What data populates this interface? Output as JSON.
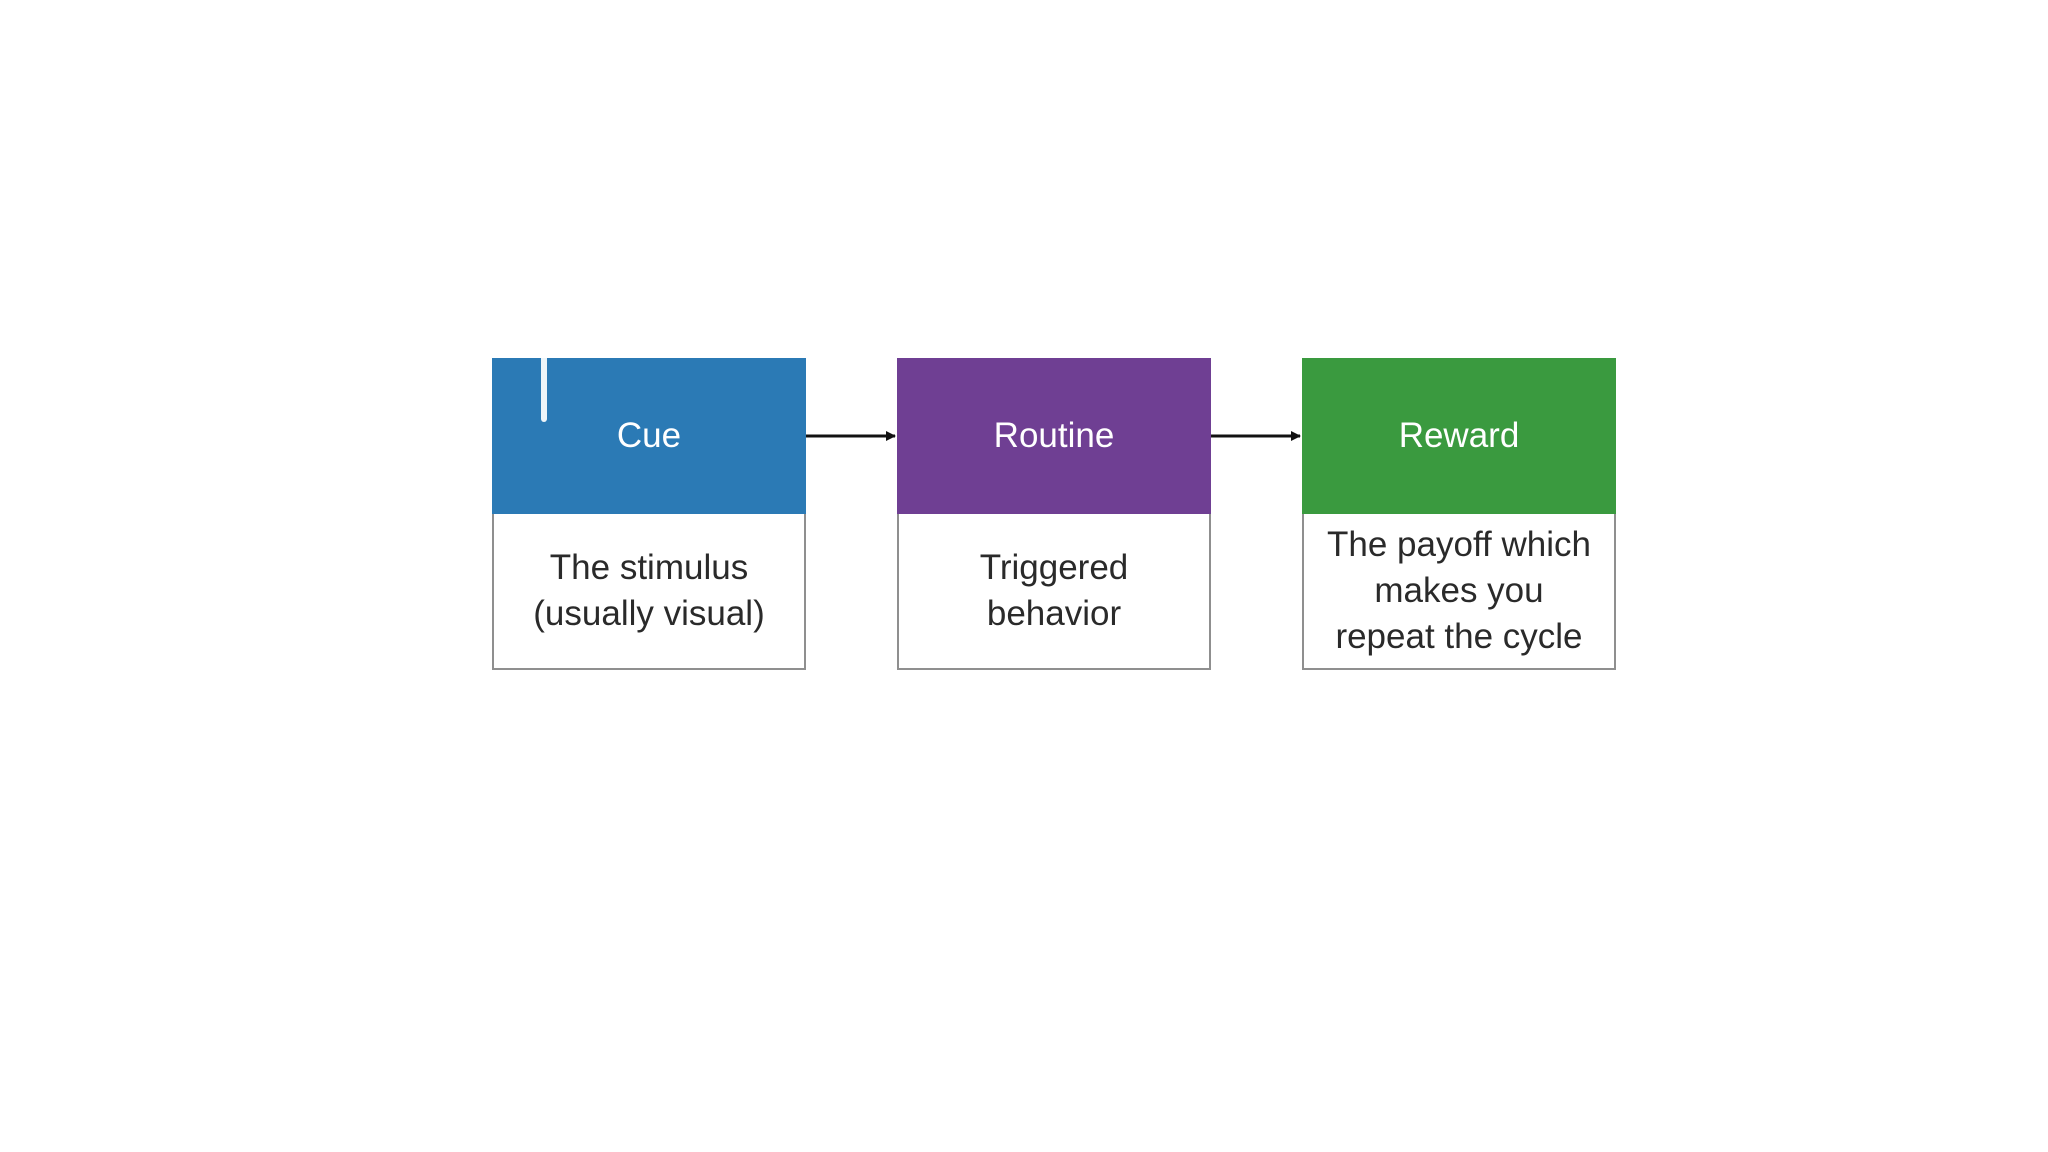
{
  "steps": [
    {
      "id": "cue",
      "title": "Cue",
      "description": "The stimulus\n(usually visual)",
      "color": "#2b7ab5"
    },
    {
      "id": "routine",
      "title": "Routine",
      "description": "Triggered\nbehavior",
      "color": "#6f3f93"
    },
    {
      "id": "reward",
      "title": "Reward",
      "description": "The payoff which\nmakes you\nrepeat the cycle",
      "color": "#3a9a3f"
    }
  ],
  "edges": [
    {
      "from": "cue",
      "to": "routine"
    },
    {
      "from": "routine",
      "to": "reward"
    }
  ]
}
